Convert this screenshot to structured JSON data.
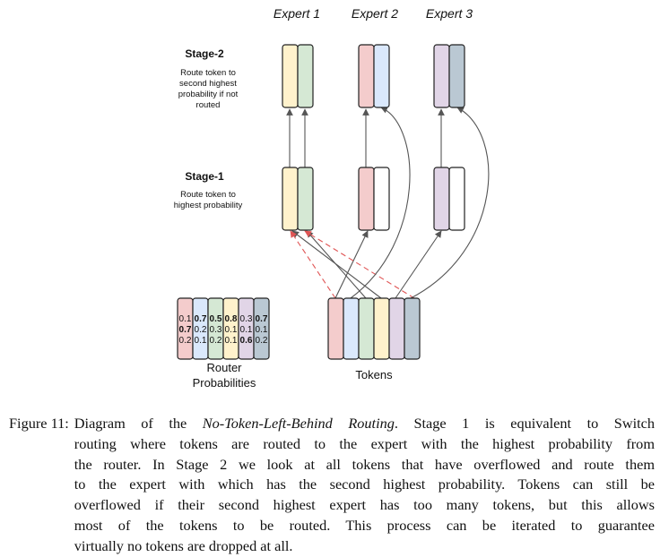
{
  "colors": {
    "pink": "#f4cccc",
    "blue": "#dae8fc",
    "green": "#d5e8d4",
    "yellow": "#fff2cc",
    "purple": "#e1d5e7",
    "slate": "#bac8d3",
    "empty": "#ffffff",
    "arrow": "#555555",
    "dashed_arrow": "#e05555"
  },
  "experts": [
    {
      "label": "Expert 1"
    },
    {
      "label": "Expert 2"
    },
    {
      "label": "Expert 3"
    }
  ],
  "stages": [
    {
      "title": "Stage-2",
      "lines": [
        "Route token to",
        "second highest",
        "probability if not",
        "routed"
      ]
    },
    {
      "title": "Stage-1",
      "lines": [
        "Route token to",
        "highest probability"
      ]
    }
  ],
  "router": {
    "label_lines": [
      "Router",
      "Probabilities"
    ],
    "columns": [
      {
        "color": "pink",
        "probs": [
          "0.1",
          "0.7",
          "0.2"
        ]
      },
      {
        "color": "blue",
        "probs": [
          "0.7",
          "0.2",
          "0.1"
        ]
      },
      {
        "color": "green",
        "probs": [
          "0.5",
          "0.3",
          "0.2"
        ]
      },
      {
        "color": "yellow",
        "probs": [
          "0.8",
          "0.1",
          "0.1"
        ]
      },
      {
        "color": "purple",
        "probs": [
          "0.3",
          "0.1",
          "0.6"
        ]
      },
      {
        "color": "slate",
        "probs": [
          "0.7",
          "0.1",
          "0.2"
        ]
      }
    ],
    "bold_max": true
  },
  "tokens": {
    "label": "Tokens",
    "colors": [
      "pink",
      "blue",
      "green",
      "yellow",
      "purple",
      "slate"
    ]
  },
  "slots": {
    "stage2": [
      [
        "yellow",
        "green"
      ],
      [
        "pink",
        "blue"
      ],
      [
        "purple",
        "slate"
      ]
    ],
    "stage1": [
      [
        "yellow",
        "green"
      ],
      [
        "pink",
        "empty"
      ],
      [
        "purple",
        "empty"
      ]
    ]
  },
  "caption": {
    "number": "Figure 11:",
    "lines": [
      [
        {
          "t": "Diagram of the "
        },
        {
          "t": "No-Token-Left-Behind Routing",
          "i": true
        },
        {
          "t": ". Stage 1 is equivalent to Switch"
        }
      ],
      [
        {
          "t": "routing where tokens are routed to the expert with the highest probability from"
        }
      ],
      [
        {
          "t": "the router. In Stage 2 we look at all tokens that have overflowed and route them"
        }
      ],
      [
        {
          "t": "to the expert with which has the second highest probability. Tokens can still be"
        }
      ],
      [
        {
          "t": "overflowed if their second highest expert has too many tokens, but this allows"
        }
      ],
      [
        {
          "t": "most of the tokens to be routed. This process can be iterated to guarantee"
        }
      ],
      [
        {
          "t": "virtually no tokens are dropped at all."
        }
      ]
    ]
  }
}
